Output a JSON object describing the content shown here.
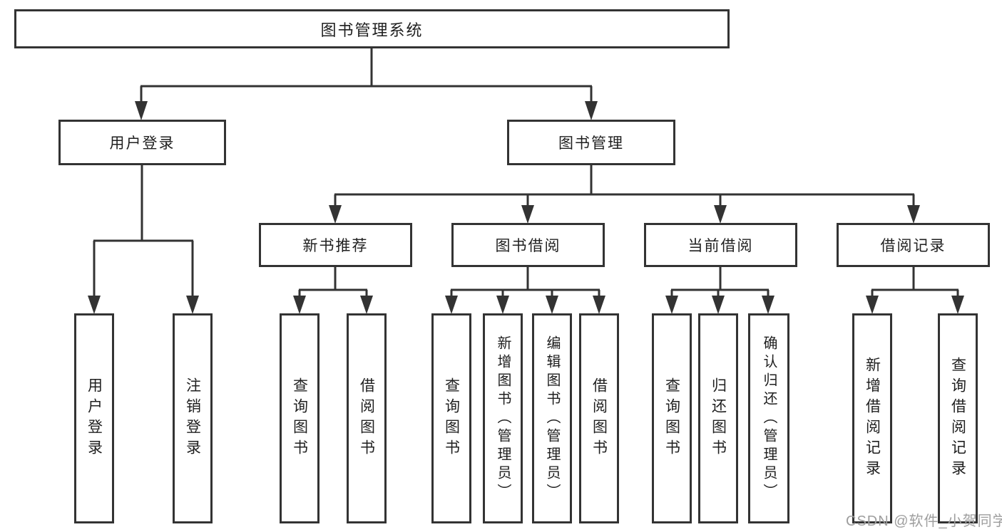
{
  "diagram": {
    "root": {
      "label": "图书管理系统"
    },
    "branches": [
      {
        "label": "用户登录",
        "children": [
          {
            "label": "用户登录"
          },
          {
            "label": "注销登录"
          }
        ]
      },
      {
        "label": "图书管理",
        "children": [
          {
            "label": "新书推荐",
            "children": [
              {
                "label": "查询图书"
              },
              {
                "label": "借阅图书"
              }
            ]
          },
          {
            "label": "图书借阅",
            "children": [
              {
                "label": "查询图书"
              },
              {
                "label": "新增图书（管理员）"
              },
              {
                "label": "编辑图书（管理员）"
              },
              {
                "label": "借阅图书"
              }
            ]
          },
          {
            "label": "当前借阅",
            "children": [
              {
                "label": "查询图书"
              },
              {
                "label": "归还图书"
              },
              {
                "label": "确认归还（管理员）"
              }
            ]
          },
          {
            "label": "借阅记录",
            "children": [
              {
                "label": "新增借阅记录"
              },
              {
                "label": "查询借阅记录"
              }
            ]
          }
        ]
      }
    ]
  },
  "watermark": {
    "text": "CSDN @软件_小贺同学"
  },
  "colors": {
    "line": "#333333",
    "text": "#1f1f1f",
    "watermark": "#9e9e9e",
    "background": "#ffffff"
  }
}
